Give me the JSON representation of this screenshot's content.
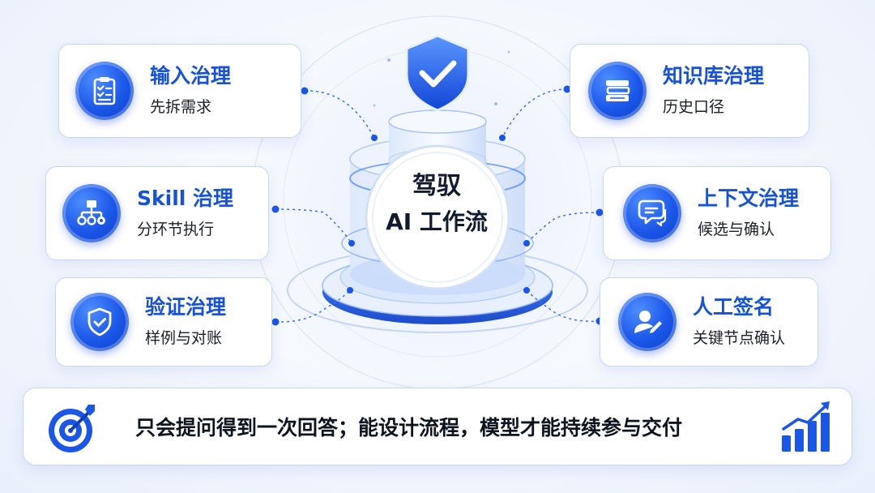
{
  "center": {
    "line1": "驾驭",
    "line2": "AI 工作流"
  },
  "cards": [
    {
      "title": "输入治理",
      "subtitle": "先拆需求",
      "icon": "clipboard-checklist-icon"
    },
    {
      "title": "Skill 治理",
      "subtitle": "分环节执行",
      "icon": "workflow-gear-icon"
    },
    {
      "title": "验证治理",
      "subtitle": "样例与对账",
      "icon": "shield-check-icon"
    },
    {
      "title": "知识库治理",
      "subtitle": "历史口径",
      "icon": "book-stack-icon"
    },
    {
      "title": "上下文治理",
      "subtitle": "候选与确认",
      "icon": "chat-bubbles-icon"
    },
    {
      "title": "人工签名",
      "subtitle": "关键节点确认",
      "icon": "user-sign-icon"
    }
  ],
  "bottom": {
    "slogan": "只会提问得到一次回答；能设计流程，模型才能持续参与交付",
    "left_icon": "target-arrow-icon",
    "right_icon": "growth-bar-chart-icon"
  },
  "colors": {
    "accent": "#1652d8",
    "icon_blue": "#1a56e8",
    "border": "#c9d8f2"
  }
}
